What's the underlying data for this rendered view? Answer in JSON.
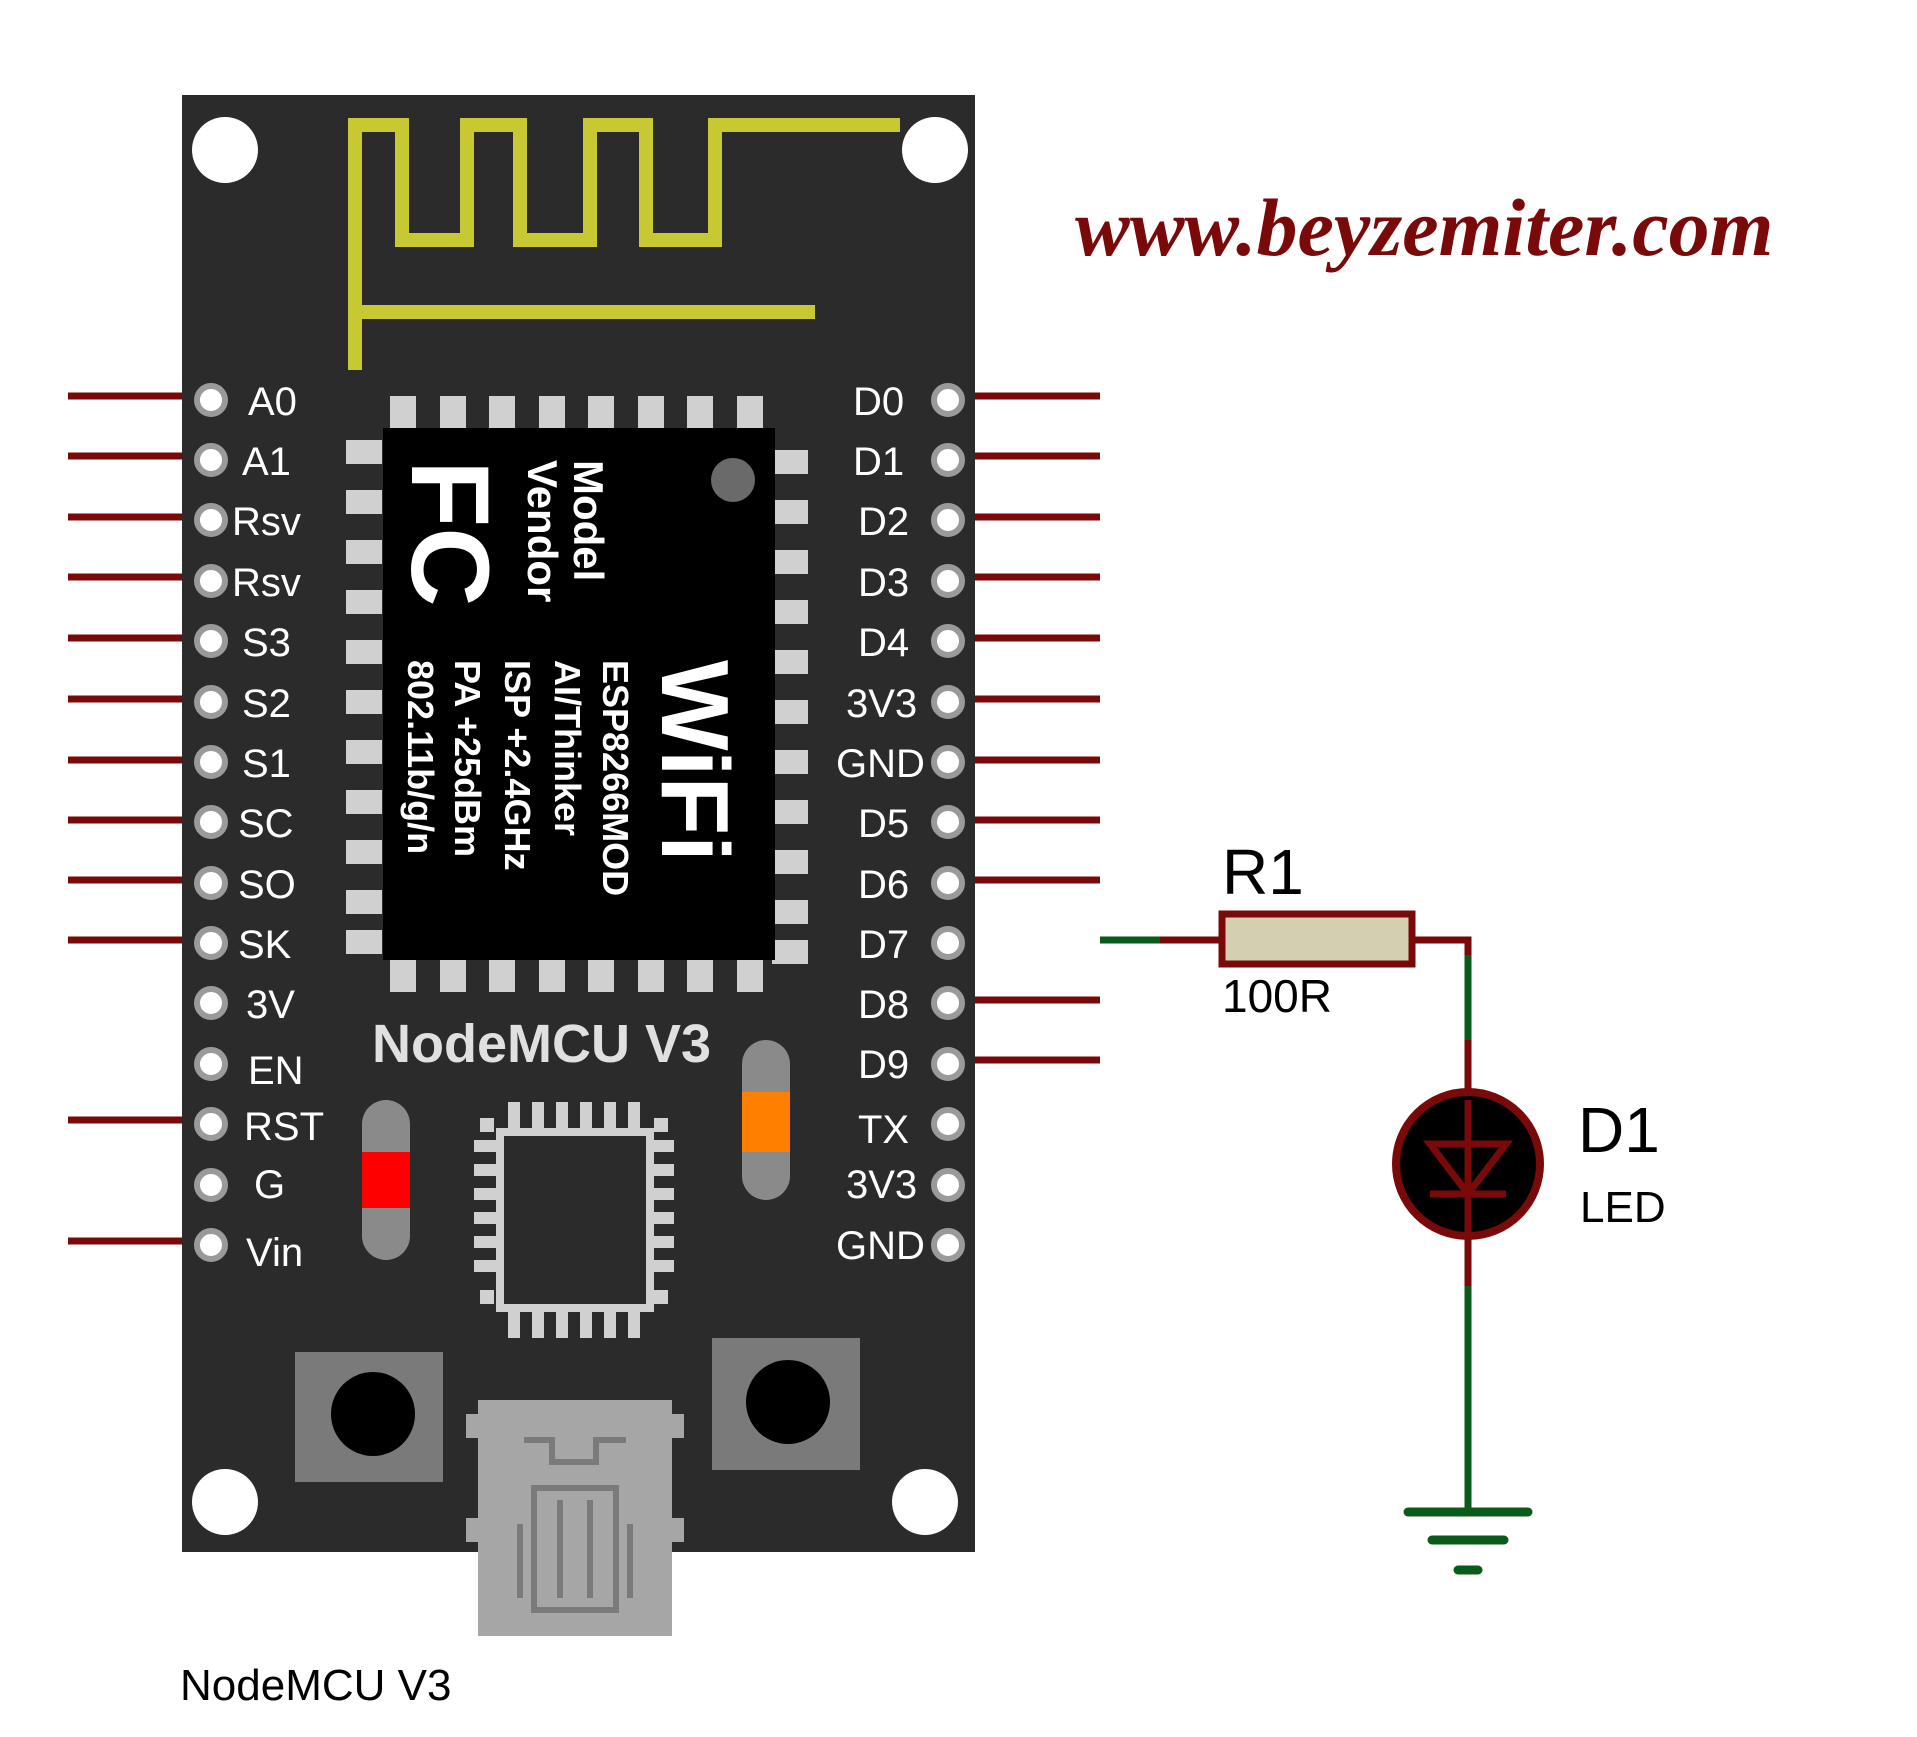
{
  "watermark": "www.beyzemiter.com",
  "board": {
    "title": "NodeMCU V3",
    "caption": "NodeMCU V3",
    "left_pins": [
      "A0",
      "A1",
      "Rsv",
      "Rsv",
      "S3",
      "S2",
      "S1",
      "SC",
      "SO",
      "SK",
      "3V",
      "EN",
      "RST",
      "G",
      "Vin"
    ],
    "right_pins": [
      "D0",
      "D1",
      "D2",
      "D3",
      "D4",
      "3V3",
      "GND",
      "D5",
      "D6",
      "D7",
      "D8",
      "D9",
      "TX",
      "3V3",
      "GND"
    ]
  },
  "module": {
    "logo": "FC",
    "vendor_label": "Vendor",
    "model_label": "Model",
    "wifi": "WiFi",
    "model": "ESP8266MOD",
    "vendor": "AI/Thinker",
    "isp": "ISP +2.4GHz",
    "pa": "PA +25dBm",
    "standard": "802.11b/g/n"
  },
  "resistor": {
    "ref": "R1",
    "value": "100R"
  },
  "led": {
    "ref": "D1",
    "value": "LED"
  },
  "colors": {
    "board": "#2b2b2b",
    "pin_wire": "#7a0a0a",
    "net_wire": "#0a5a1a",
    "antenna": "#c8c832",
    "resistor_body": "#d2d0b0",
    "led_fill": "#000000",
    "watermark": "#7a0a0a"
  }
}
